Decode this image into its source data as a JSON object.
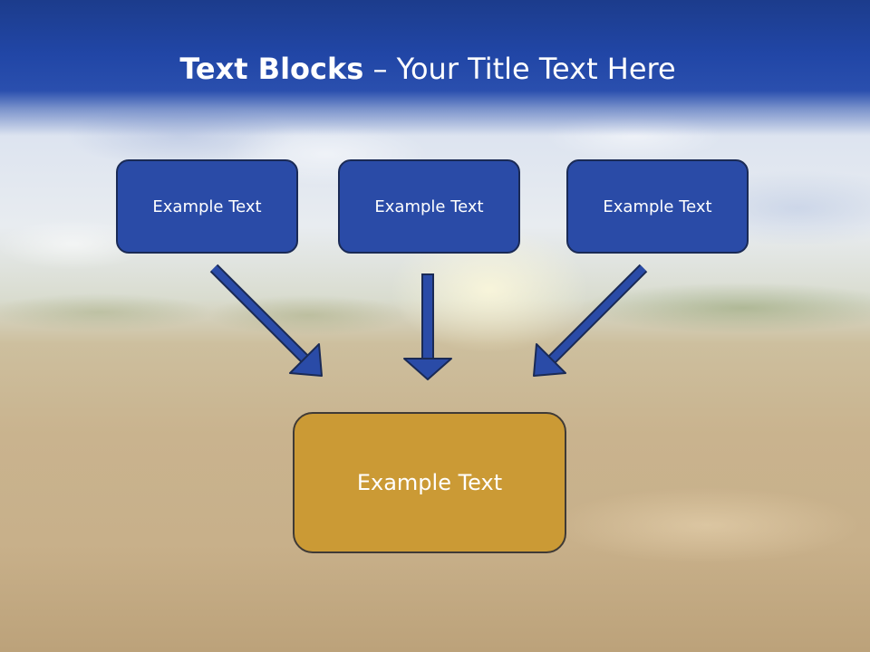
{
  "title": {
    "bold": "Text Blocks",
    "separator": " – ",
    "rest": "Your Title Text Here"
  },
  "blocks": [
    {
      "label": "Example Text"
    },
    {
      "label": "Example Text"
    },
    {
      "label": "Example Text"
    }
  ],
  "center_block": {
    "label": "Example Text"
  },
  "colors": {
    "title_bar": "#2146a6",
    "block_fill": "#2a4ba7",
    "block_border": "#1a2a55",
    "center_fill": "#cb9a35",
    "arrow": "#2a4ba7"
  },
  "icons": [
    "arrow-down-right-icon",
    "arrow-down-icon",
    "arrow-down-left-icon"
  ]
}
